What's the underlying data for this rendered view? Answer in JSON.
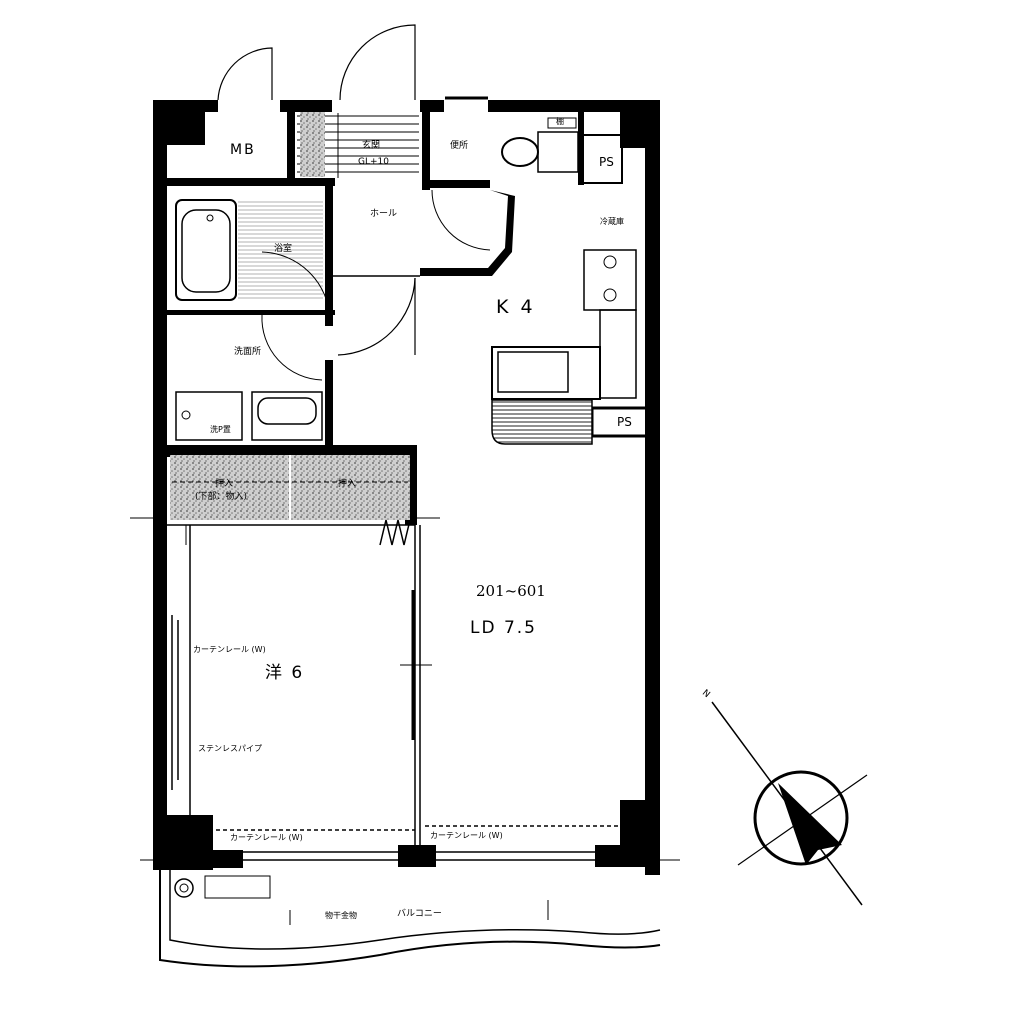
{
  "labels": {
    "mb": "MB",
    "genkan": "玄関",
    "genkan_sub": "GL+10",
    "toilet": "便所",
    "toilet_shelf": "棚",
    "ps_top": "PS",
    "ps_kitchen": "PS",
    "hall": "ホール",
    "kitchen": "K 4",
    "reizouko": "冷蔵庫",
    "bath": "浴室",
    "dressing": "洗面所",
    "washer": "洗P置",
    "closet_left_1": "押入",
    "closet_left_2": "(下部：物入)",
    "closet_right": "押入",
    "unit_range": "201~601",
    "living": "LD 7.5",
    "western": "洋 6",
    "curtain_w_left": "カーテンレール (W)",
    "stainless_pipe": "ステンレスパイプ",
    "curtain_bottom_1": "カーテンレール (W)",
    "curtain_bottom_2": "カーテンレール (W)",
    "balcony_storage": "物干金物",
    "balcony": "バルコニー"
  },
  "compass": {
    "direction_label": "N"
  },
  "colors": {
    "ink": "#000000",
    "paper": "#ffffff",
    "hatch": "#9a9a9a"
  }
}
